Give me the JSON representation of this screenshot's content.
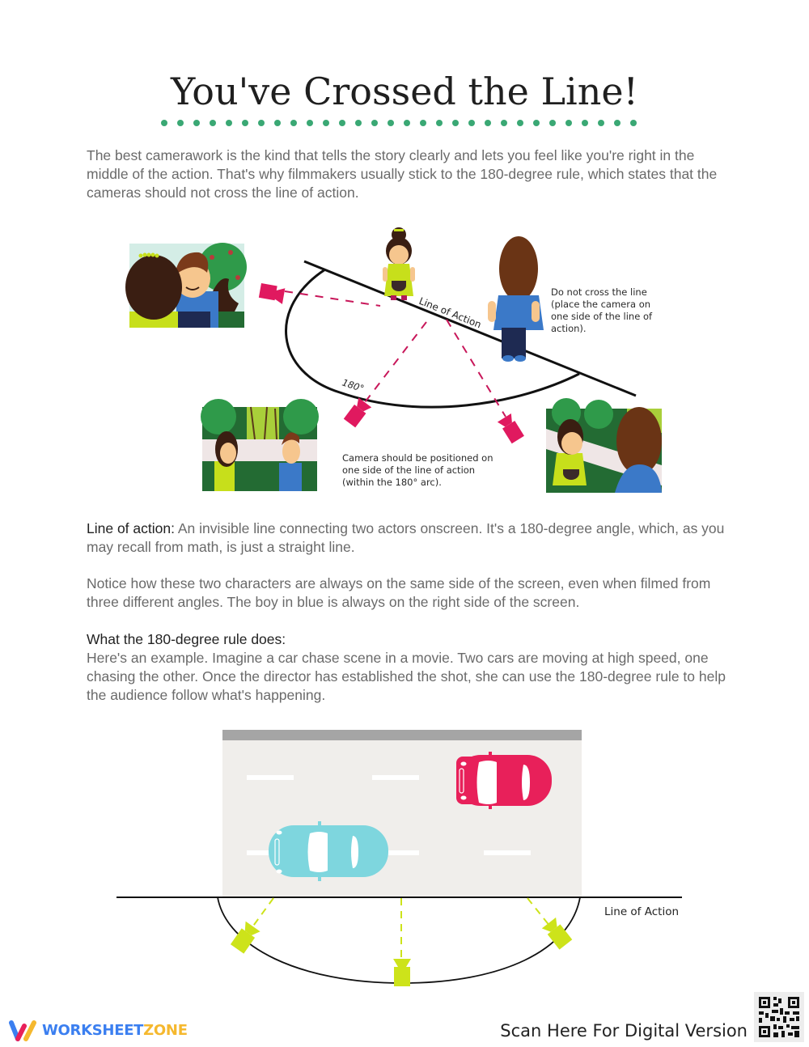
{
  "page": {
    "title": "You've Crossed the Line!",
    "title_underline_color": "#3aa874"
  },
  "intro": {
    "text": "The best camerawork is the kind that tells the story clearly and lets you feel like you're right in the middle of the action. That's why filmmakers usually stick to the 180-degree rule, which states that the cameras should not cross the line of action."
  },
  "diagram1": {
    "line_label": "Line of Action",
    "arc_label": "180°",
    "note_right": "Do not cross the line (place the camera on one side of the line of action).",
    "note_bottom": "Camera should be positioned on one side of the line of action (within the 180° arc).",
    "camera_color": "#e0195f",
    "panels": [
      {
        "name": "over-shoulder-shot",
        "description": "Girl seen from behind, boy facing camera, tree with red apples"
      },
      {
        "name": "wide-two-shot",
        "description": "Girl on left, boy on right, park path with trees"
      },
      {
        "name": "reverse-over-shoulder-shot",
        "description": "Girl facing camera, boy seen from behind on right"
      }
    ]
  },
  "definitions": {
    "line_of_action_term": "Line of action:",
    "line_of_action_text": " An invisible line connecting two actors onscreen. It's a 180-degree angle, which, as you may recall from math, is just a straight line.",
    "notice_text": "Notice how these two characters are always on the same side of the screen, even when filmed from three different angles. The boy in blue is always on the right side of the screen.",
    "rule_heading": "What the 180-degree rule does:",
    "rule_text": "Here's an example. Imagine a car chase scene in a movie. Two cars are moving at high speed, one chasing the other. Once the director has established the shot, she can use the 180-degree rule to help the audience follow what's happening."
  },
  "diagram2": {
    "line_label": "Line of Action",
    "road_color": "#f0eeeb",
    "curb_color": "#a5a5a5",
    "cars": [
      {
        "name": "red-car",
        "color": "#e8205a"
      },
      {
        "name": "blue-car",
        "color": "#7ed6de"
      }
    ],
    "camera_color": "#cde31a"
  },
  "footer": {
    "brand_part1": "WORKSHEET",
    "brand_part2": "ZONE",
    "scan_text": "Scan Here For Digital Version"
  }
}
